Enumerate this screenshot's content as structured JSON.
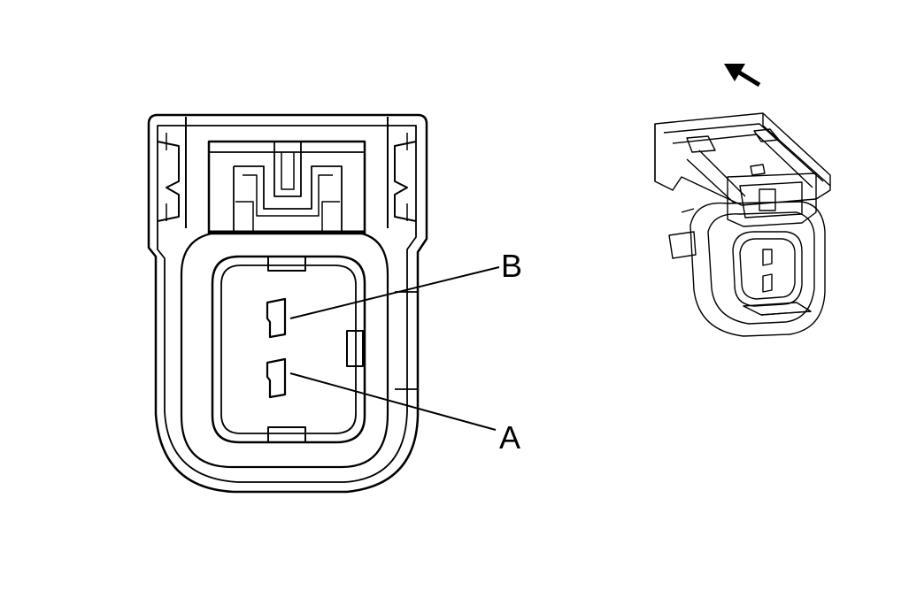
{
  "diagram": {
    "callouts": [
      {
        "id": "B",
        "label": "B"
      },
      {
        "id": "A",
        "label": "A"
      }
    ]
  }
}
